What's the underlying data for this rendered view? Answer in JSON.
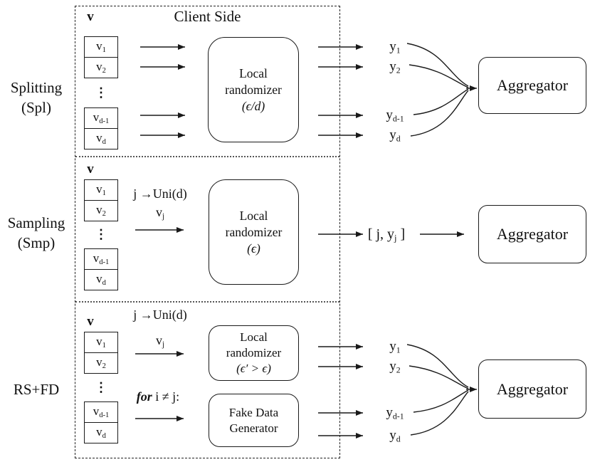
{
  "colors": {
    "line": "#1a1a1a",
    "background": "#ffffff"
  },
  "client_side": {
    "title": "Client Side"
  },
  "splitting": {
    "label1": "Splitting",
    "label2": "(Spl)",
    "vector_label": "v",
    "cells": [
      {
        "b": "v",
        "s": "1"
      },
      {
        "b": "v",
        "s": "2"
      },
      {
        "b": "v",
        "s": "d-1"
      },
      {
        "b": "v",
        "s": "d"
      }
    ],
    "dots": "⋮",
    "randomizer": {
      "l1": "Local",
      "l2": "randomizer",
      "l3": "(ϵ/d)"
    },
    "outputs": [
      {
        "b": "y",
        "s": "1"
      },
      {
        "b": "y",
        "s": "2"
      },
      {
        "b": "y",
        "s": "d-1"
      },
      {
        "b": "y",
        "s": "d"
      }
    ],
    "aggregator": "Aggregator"
  },
  "sampling": {
    "label1": "Sampling",
    "label2": "(Smp)",
    "vector_label": "v",
    "cells": [
      {
        "b": "v",
        "s": "1"
      },
      {
        "b": "v",
        "s": "2"
      },
      {
        "b": "v",
        "s": "d-1"
      },
      {
        "b": "v",
        "s": "d"
      }
    ],
    "dots": "⋮",
    "uni": "j →Uni(d)",
    "vj": {
      "b": "v",
      "s": "j"
    },
    "randomizer": {
      "l1": "Local",
      "l2": "randomizer",
      "l3": "(ϵ)"
    },
    "output": {
      "pre": "[ j, y",
      "s": "j",
      "post": " ]"
    },
    "aggregator": "Aggregator"
  },
  "rsfd": {
    "label1": "RS+FD",
    "vector_label": "v",
    "cells": [
      {
        "b": "v",
        "s": "1"
      },
      {
        "b": "v",
        "s": "2"
      },
      {
        "b": "v",
        "s": "d-1"
      },
      {
        "b": "v",
        "s": "d"
      }
    ],
    "dots": "⋮",
    "uni": "j →Uni(d)",
    "vj": {
      "b": "v",
      "s": "j"
    },
    "for_line": {
      "bold": "for",
      "rest": " i ≠ j:"
    },
    "randomizer": {
      "l1": "Local",
      "l2": "randomizer",
      "l3": "(ϵ′ > ϵ)"
    },
    "fake": {
      "l1": "Fake Data",
      "l2": "Generator"
    },
    "outputs": [
      {
        "b": "y",
        "s": "1"
      },
      {
        "b": "y",
        "s": "2"
      },
      {
        "b": "y",
        "s": "d-1"
      },
      {
        "b": "y",
        "s": "d"
      }
    ],
    "aggregator": "Aggregator"
  }
}
